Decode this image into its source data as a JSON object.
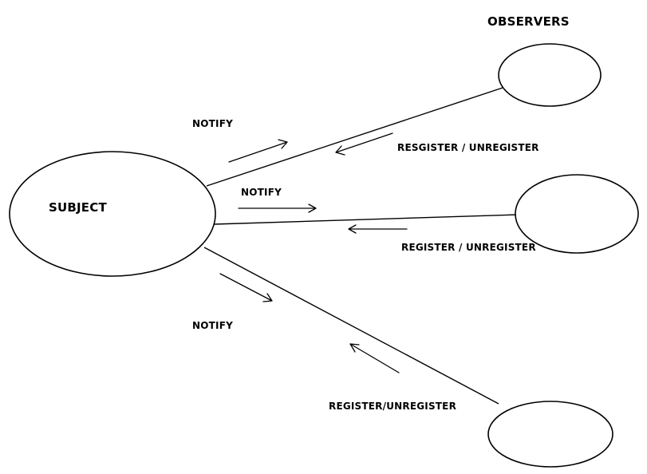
{
  "subject": {
    "label": "SUBJECT"
  },
  "observers_heading": "OBSERVERS",
  "links": [
    {
      "notify": "NOTIFY",
      "register": "RESGISTER / UNREGISTER"
    },
    {
      "notify": "NOTIFY",
      "register": "REGISTER / UNREGISTER"
    },
    {
      "notify": "NOTIFY",
      "register": "REGISTER/UNREGISTER"
    }
  ]
}
